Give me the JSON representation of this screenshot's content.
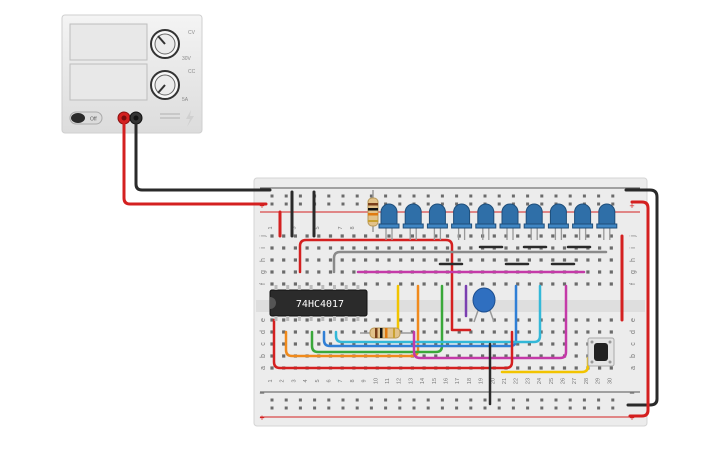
{
  "power_supply": {
    "voltage_display": "",
    "current_display": "",
    "knob_voltage_max": "30V",
    "knob_voltage_label": "CV",
    "knob_current_max": "5A",
    "knob_current_label": "CC",
    "switch_label": "Off",
    "brand_text": "",
    "bolt_icon": "lightning-icon"
  },
  "breadboard": {
    "row_letters_top": [
      "j",
      "i",
      "h",
      "g",
      "f"
    ],
    "row_letters_bottom": [
      "e",
      "d",
      "c",
      "b",
      "a"
    ],
    "column_numbers": [
      "1",
      "2",
      "3",
      "4",
      "5",
      "6",
      "7",
      "8",
      "9",
      "10",
      "11",
      "12",
      "13",
      "14",
      "15",
      "16",
      "17",
      "18",
      "19",
      "20",
      "21",
      "22",
      "23",
      "24",
      "25",
      "26",
      "27",
      "28",
      "29",
      "30"
    ],
    "top_column_marks": [
      "1",
      "3",
      "5",
      "7",
      "8"
    ],
    "rail_minus": "−",
    "rail_plus": "+"
  },
  "ic": {
    "label": "74HC4017"
  },
  "leds": {
    "count": 10,
    "color": "#2f6fa8"
  },
  "colors": {
    "wire_red": "#d42020",
    "wire_black": "#2a2a2a",
    "wire_yellow": "#f2c400",
    "wire_orange": "#f08a1c",
    "wire_green": "#3aa83a",
    "wire_blue": "#2f7fd6",
    "wire_purple": "#7a3fb0",
    "wire_cyan": "#33b8d8",
    "wire_magenta": "#c43aa8",
    "wire_gray": "#8a8a8a",
    "capacitor": "#2f6fc0"
  }
}
